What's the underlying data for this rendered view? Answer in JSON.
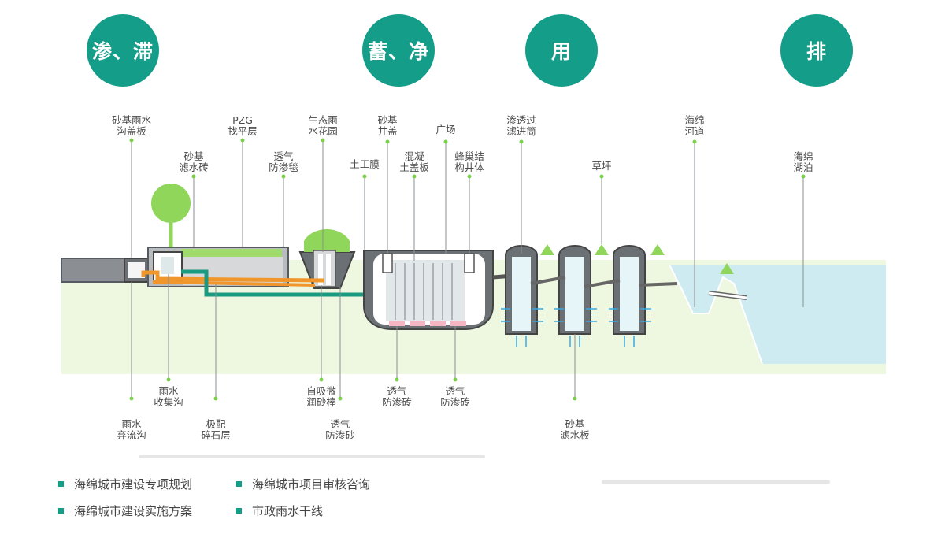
{
  "stages": [
    {
      "id": "infiltrate",
      "label": "渗、滞"
    },
    {
      "id": "store",
      "label": "蓄、净"
    },
    {
      "id": "use",
      "label": "用"
    },
    {
      "id": "drain",
      "label": "排"
    }
  ],
  "labels_top": [
    {
      "id": "sand-trench-cover",
      "text": "砂基雨水\n沟盖板"
    },
    {
      "id": "sand-brick",
      "text": "砂基\n滤水砖"
    },
    {
      "id": "pzg",
      "text": "PZG\n找平层"
    },
    {
      "id": "breathable-felt",
      "text": "透气\n防渗毯"
    },
    {
      "id": "rain-garden",
      "text": "生态雨\n水花园"
    },
    {
      "id": "geomembrane",
      "text": "土工膜"
    },
    {
      "id": "sand-well-cover",
      "text": "砂基\n井盖"
    },
    {
      "id": "concrete-cover",
      "text": "混凝\n土盖板"
    },
    {
      "id": "plaza",
      "text": "广场"
    },
    {
      "id": "honeycomb-well",
      "text": "蜂巢结\n构井体"
    },
    {
      "id": "filter-tube",
      "text": "渗透过\n滤进筒"
    },
    {
      "id": "lawn",
      "text": "草坪"
    },
    {
      "id": "sponge-river",
      "text": "海绵\n河道"
    },
    {
      "id": "sponge-lake",
      "text": "海绵\n湖泊"
    }
  ],
  "labels_bottom": [
    {
      "id": "rain-collect-ditch",
      "text": "雨水\n收集沟"
    },
    {
      "id": "rain-discard-ditch",
      "text": "雨水\n弃流沟"
    },
    {
      "id": "graded-gravel",
      "text": "极配\n碎石层"
    },
    {
      "id": "self-absorb-rod",
      "text": "自吸微\n润砂棒"
    },
    {
      "id": "breathable-sand",
      "text": "透气\n防渗砂"
    },
    {
      "id": "breathable-brick-1",
      "text": "透气\n防渗砖"
    },
    {
      "id": "breathable-brick-2",
      "text": "透气\n防渗砖"
    },
    {
      "id": "sand-filter-board",
      "text": "砂基\n滤水板"
    }
  ],
  "legend": [
    {
      "id": "planning",
      "text": "海绵城市建设专项规划"
    },
    {
      "id": "review",
      "text": "海绵城市项目审核咨询"
    },
    {
      "id": "implementation",
      "text": "海绵城市建设实施方案"
    },
    {
      "id": "trunk-line",
      "text": "市政雨水干线"
    }
  ],
  "colors": {
    "teal": "#149e8a",
    "ground": "#eef7df",
    "leaf": "#8fd65a",
    "water": "#cdebf0",
    "orange": "#f0962a",
    "pipe_teal": "#1a9a80",
    "dark": "#555b60",
    "leader": "#7ccf4a"
  }
}
